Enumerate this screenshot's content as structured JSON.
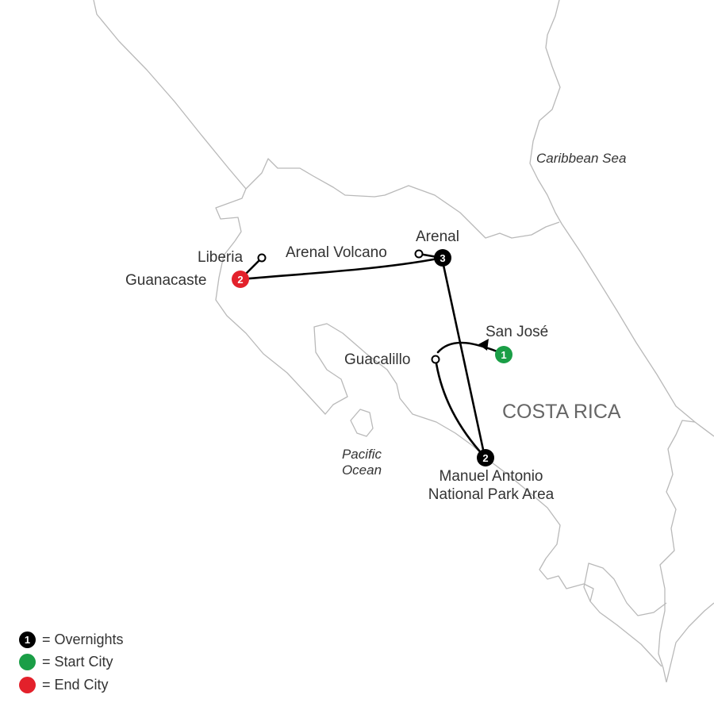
{
  "map": {
    "sea_labels": {
      "caribbean": "Caribbean Sea",
      "pacific_line1": "Pacific",
      "pacific_line2": "Ocean"
    },
    "country_label": "COSTA RICA",
    "cities": {
      "liberia": "Liberia",
      "guanacaste": "Guanacaste",
      "arenal_volcano": "Arenal Volcano",
      "arenal": "Arenal",
      "san_jose": "San José",
      "guacalillo": "Guacalillo",
      "manuel_antonio_line1": "Manuel Antonio",
      "manuel_antonio_line2": "National Park Area"
    },
    "overnights": {
      "guanacaste": "2",
      "arenal": "3",
      "san_jose": "1",
      "manuel_antonio": "2"
    },
    "colors": {
      "overnight": "#000000",
      "start": "#1a9e46",
      "end": "#e3212b",
      "route": "#000000",
      "border": "#b9b9b9"
    }
  },
  "legend": {
    "items": [
      {
        "number": "1",
        "color": "#000000",
        "text": "= Overnights"
      },
      {
        "number": "",
        "color": "#1a9e46",
        "text": "= Start City"
      },
      {
        "number": "",
        "color": "#e3212b",
        "text": "= End City"
      }
    ]
  }
}
